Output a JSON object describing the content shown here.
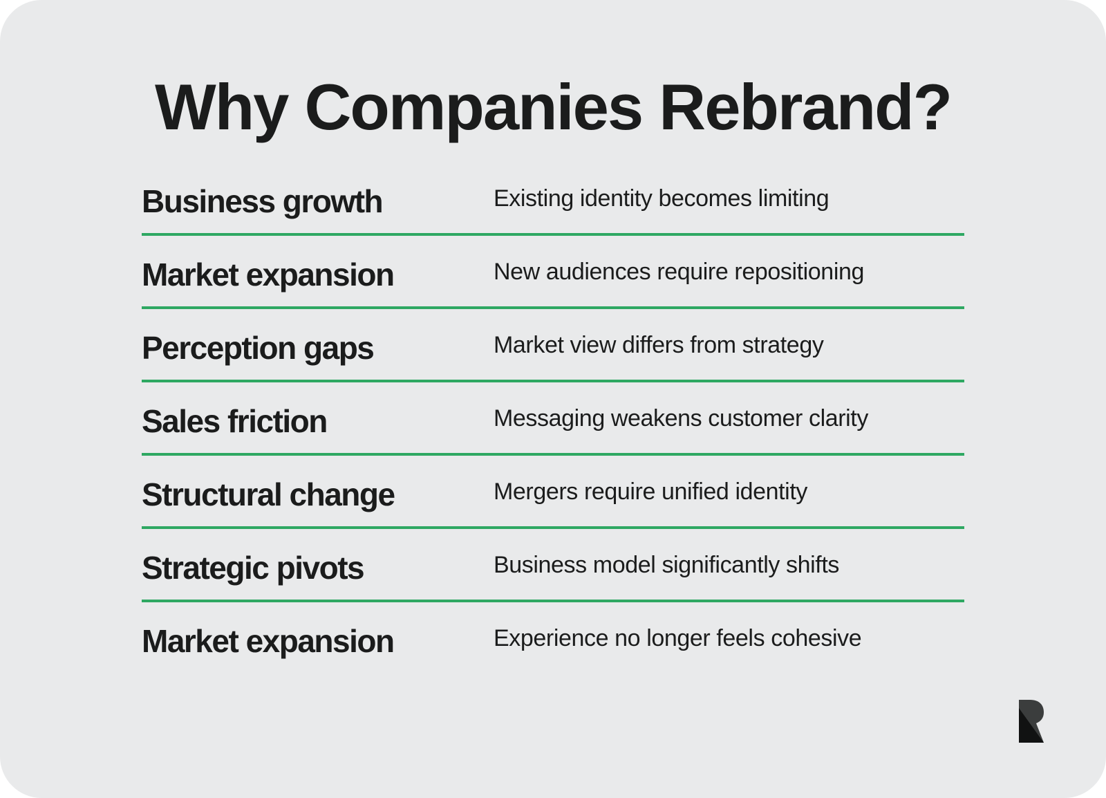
{
  "title": "Why Companies Rebrand?",
  "rows": [
    {
      "reason": "Business growth",
      "detail": "Existing identity becomes limiting"
    },
    {
      "reason": "Market expansion",
      "detail": "New audiences require repositioning"
    },
    {
      "reason": "Perception gaps",
      "detail": "Market view differs from strategy"
    },
    {
      "reason": "Sales friction",
      "detail": "Messaging weakens customer clarity"
    },
    {
      "reason": "Structural change",
      "detail": "Mergers require unified identity"
    },
    {
      "reason": "Strategic pivots",
      "detail": "Business model significantly shifts"
    },
    {
      "reason": "Market expansion",
      "detail": "Experience no longer feels cohesive"
    }
  ],
  "colors": {
    "background": "#e9eaeb",
    "text": "#1b1c1c",
    "divider": "#2ea862"
  },
  "logo": {
    "icon": "r-logo-icon"
  }
}
